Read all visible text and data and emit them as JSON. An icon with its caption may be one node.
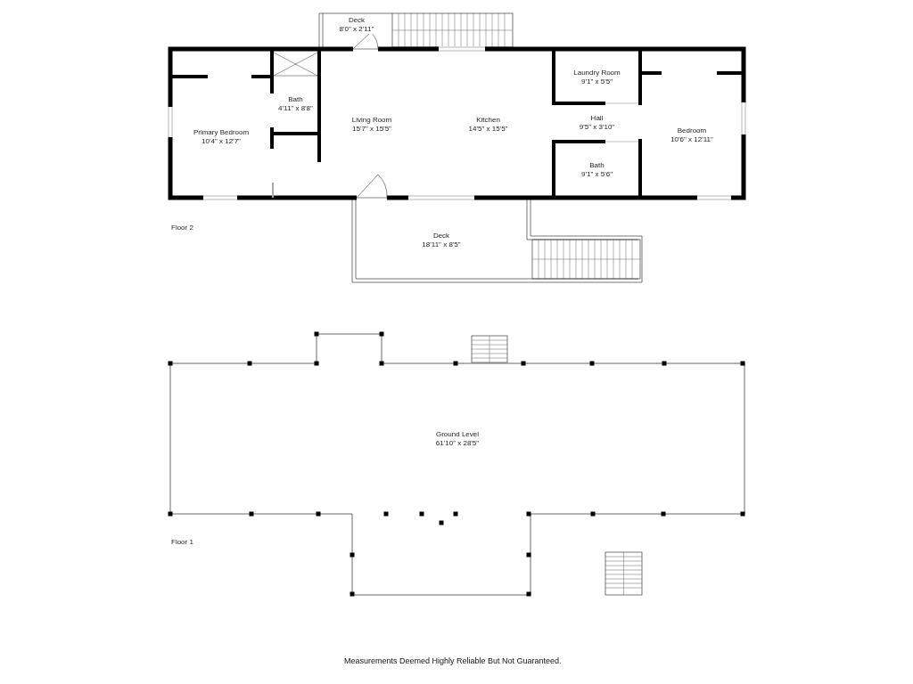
{
  "diagram": {
    "caption": "Measurements Deemed Highly Reliable But Not Guaranteed.",
    "nodes": [
      {
        "text": [
          "Deck",
          "8'0\" x 2'11\""
        ]
      },
      {
        "text": [
          "Primary Bedroom",
          "10'4\" x 12'7\""
        ]
      },
      {
        "text": [
          "Bath",
          "4'11\" x 8'8\""
        ]
      },
      {
        "text": [
          "Living Room",
          "15'7\" x 15'5\""
        ]
      },
      {
        "text": [
          "Kitchen",
          "14'5\" x 15'5\""
        ]
      },
      {
        "text": [
          "Laundry Room",
          "9'1\" x 5'5\""
        ]
      },
      {
        "text": [
          "Hall",
          "9'5\" x 3'10\""
        ]
      },
      {
        "text": [
          "Bath",
          "9'1\" x 5'6\""
        ]
      },
      {
        "text": [
          "Bedroom",
          "10'6\" x 12'11\""
        ]
      },
      {
        "text": [
          "Deck",
          "18'11\" x 8'5\""
        ]
      },
      {
        "text": [
          "Ground Level",
          "61'10\" x 28'5\""
        ]
      }
    ],
    "edges": [],
    "labels": [
      "Floor 2",
      "Floor 1"
    ]
  }
}
